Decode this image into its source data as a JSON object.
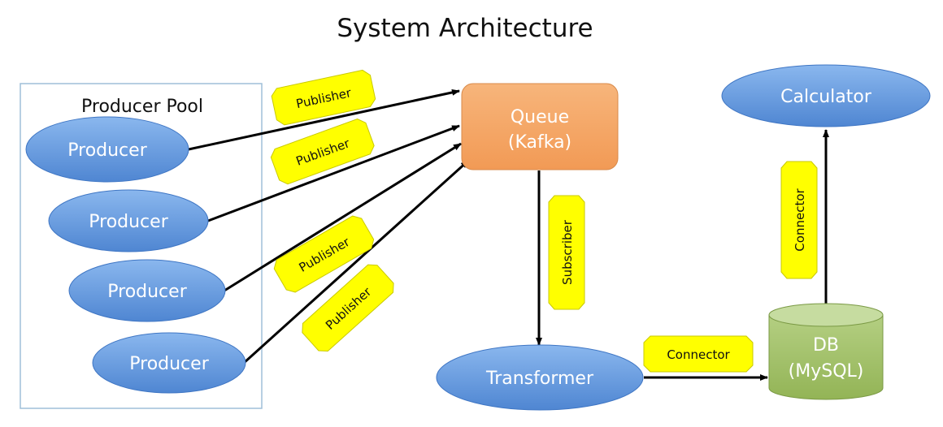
{
  "title": "System Architecture",
  "colors": {
    "ellipse_fill": "#5b95dc",
    "queue_fill": "#f4a460",
    "db_fill": "#9bbb59",
    "tag_fill": "#ffff00",
    "pool_border": "#9fbfd8"
  },
  "producer_pool": {
    "label": "Producer Pool",
    "producers": [
      {
        "label": "Producer"
      },
      {
        "label": "Producer"
      },
      {
        "label": "Producer"
      },
      {
        "label": "Producer"
      }
    ]
  },
  "queue": {
    "line1": "Queue",
    "line2": "(Kafka)"
  },
  "transformer": {
    "label": "Transformer"
  },
  "db": {
    "line1": "DB",
    "line2": "(MySQL)"
  },
  "calculator": {
    "label": "Calculator"
  },
  "edge_labels": {
    "publisher_1": "Publisher",
    "publisher_2": "Publisher",
    "publisher_3": "Publisher",
    "publisher_4": "Publisher",
    "subscriber": "Subscriber",
    "connector_transformer_db": "Connector",
    "connector_db_calculator": "Connector"
  }
}
